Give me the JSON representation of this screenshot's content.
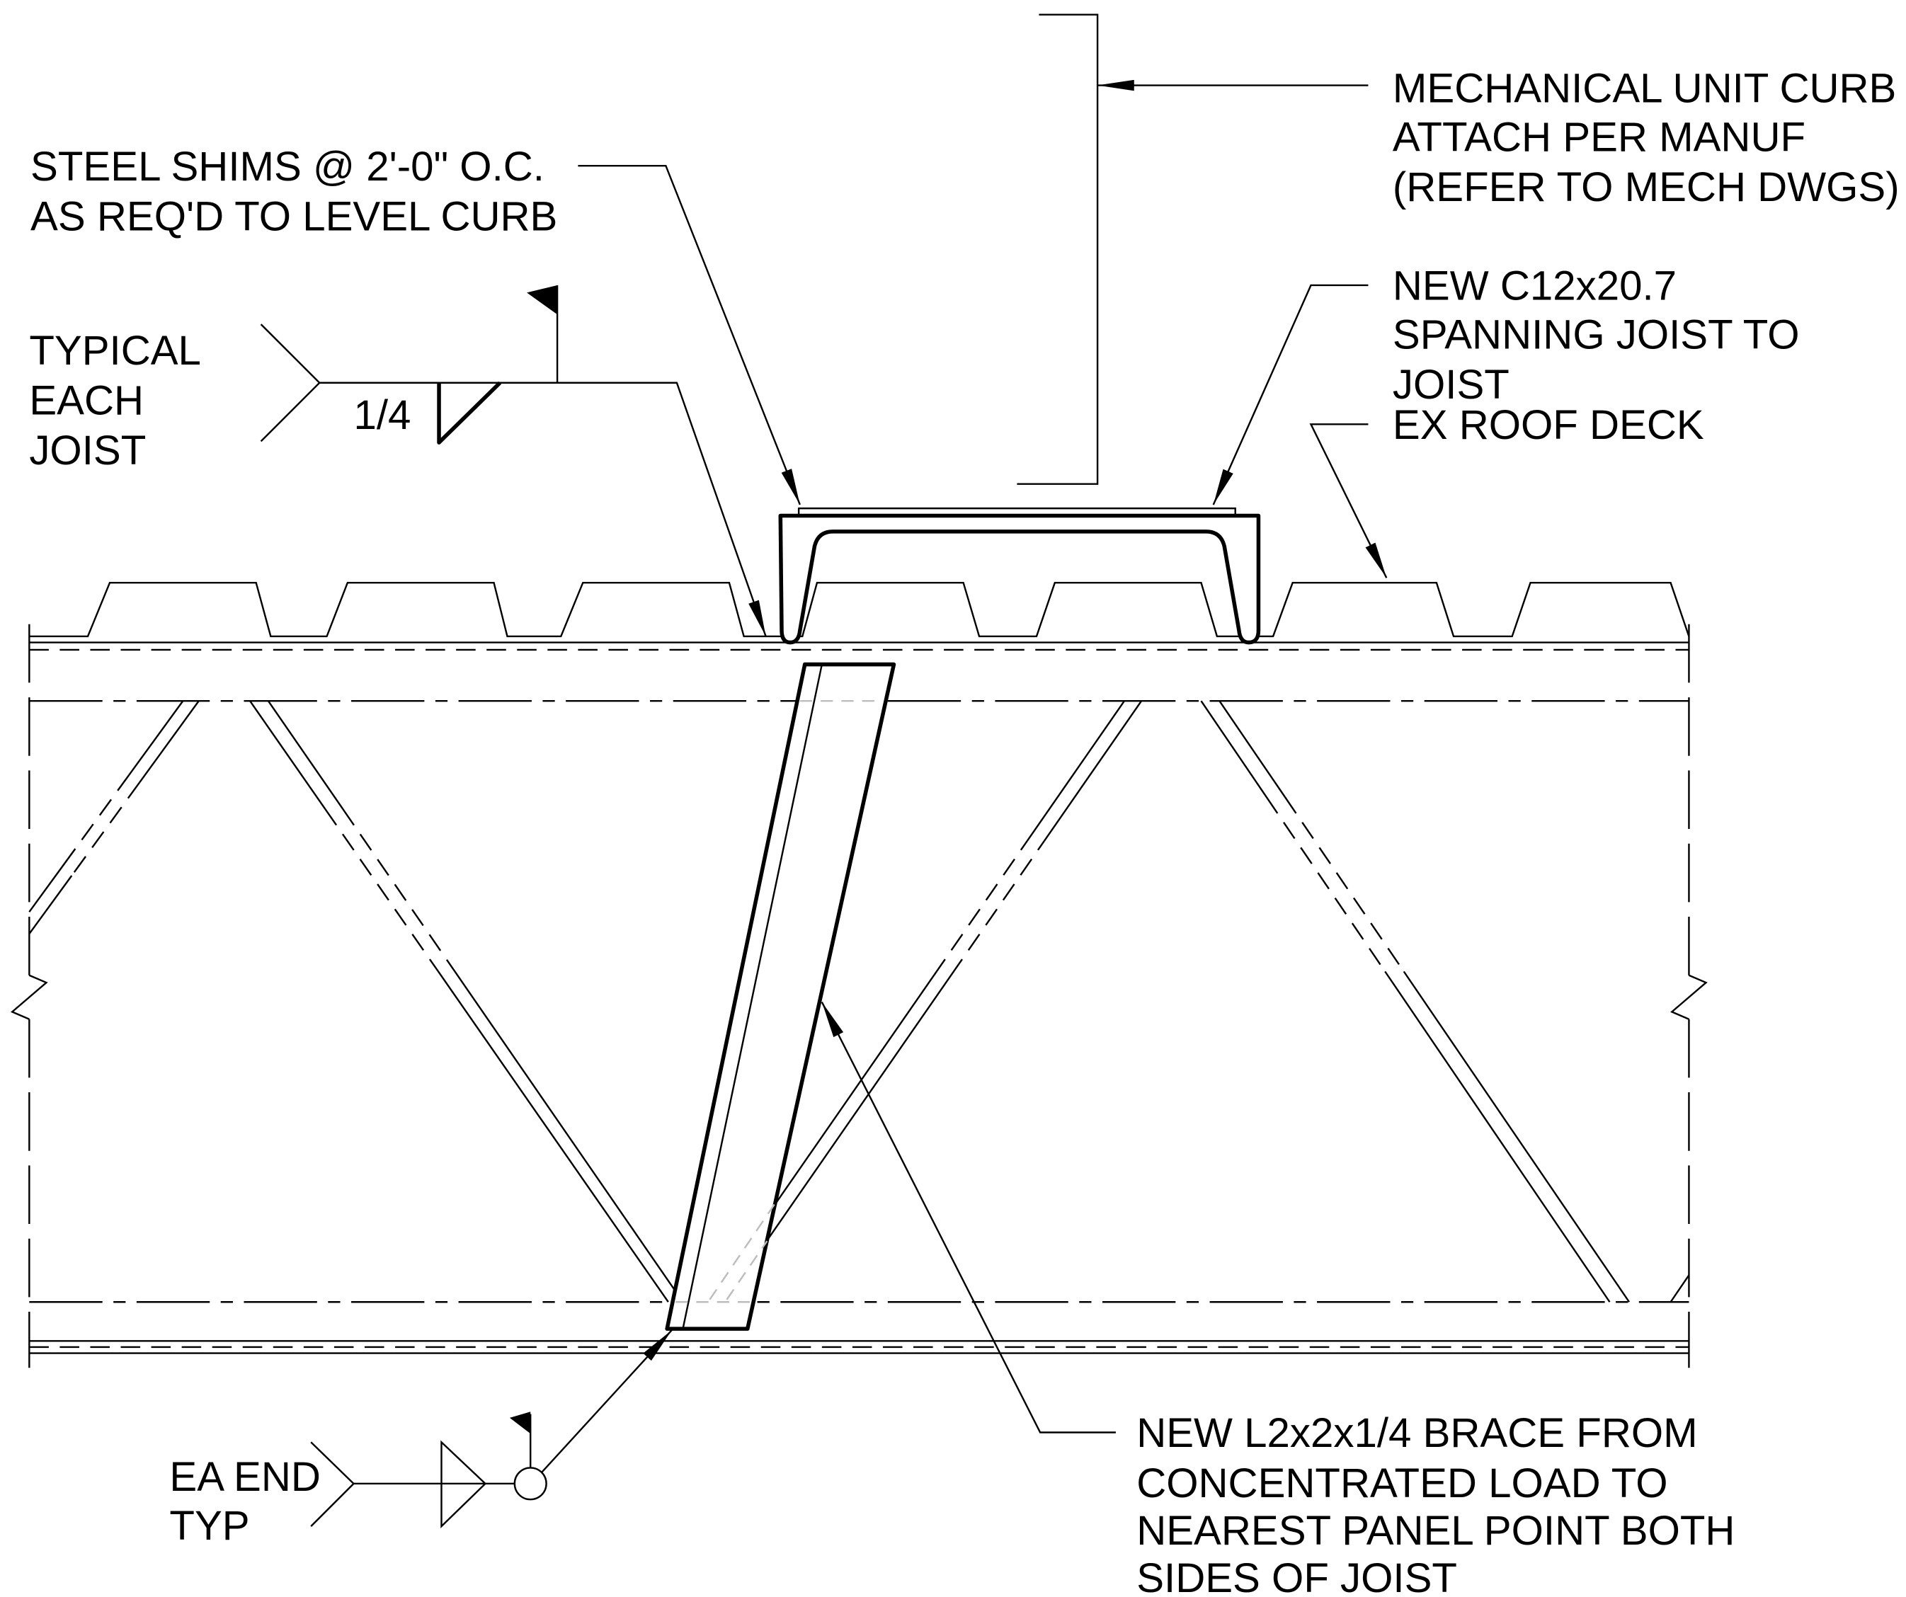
{
  "labels": {
    "mechanical_curb": [
      "MECHANICAL UNIT CURB",
      "ATTACH PER MANUF",
      "(REFER TO MECH DWGS)"
    ],
    "steel_shims": [
      "STEEL SHIMS @ 2'-0\" O.C.",
      "AS REQ'D TO LEVEL CURB"
    ],
    "typical_weld": [
      "TYPICAL",
      "EACH",
      "JOIST"
    ],
    "weld_size": "1/4",
    "channel": [
      "NEW C12x20.7",
      "SPANNING JOIST TO",
      "JOIST"
    ],
    "roof_deck": "EX ROOF DECK",
    "brace": [
      "NEW L2x2x1/4 BRACE FROM",
      "CONCENTRATED LOAD TO",
      "NEAREST PANEL POINT BOTH",
      "SIDES OF JOIST"
    ],
    "end_weld": [
      "EA END",
      "TYP"
    ]
  },
  "colors": {
    "line": "#000000",
    "hidden": "#bdbdbd",
    "background": "#ffffff"
  }
}
